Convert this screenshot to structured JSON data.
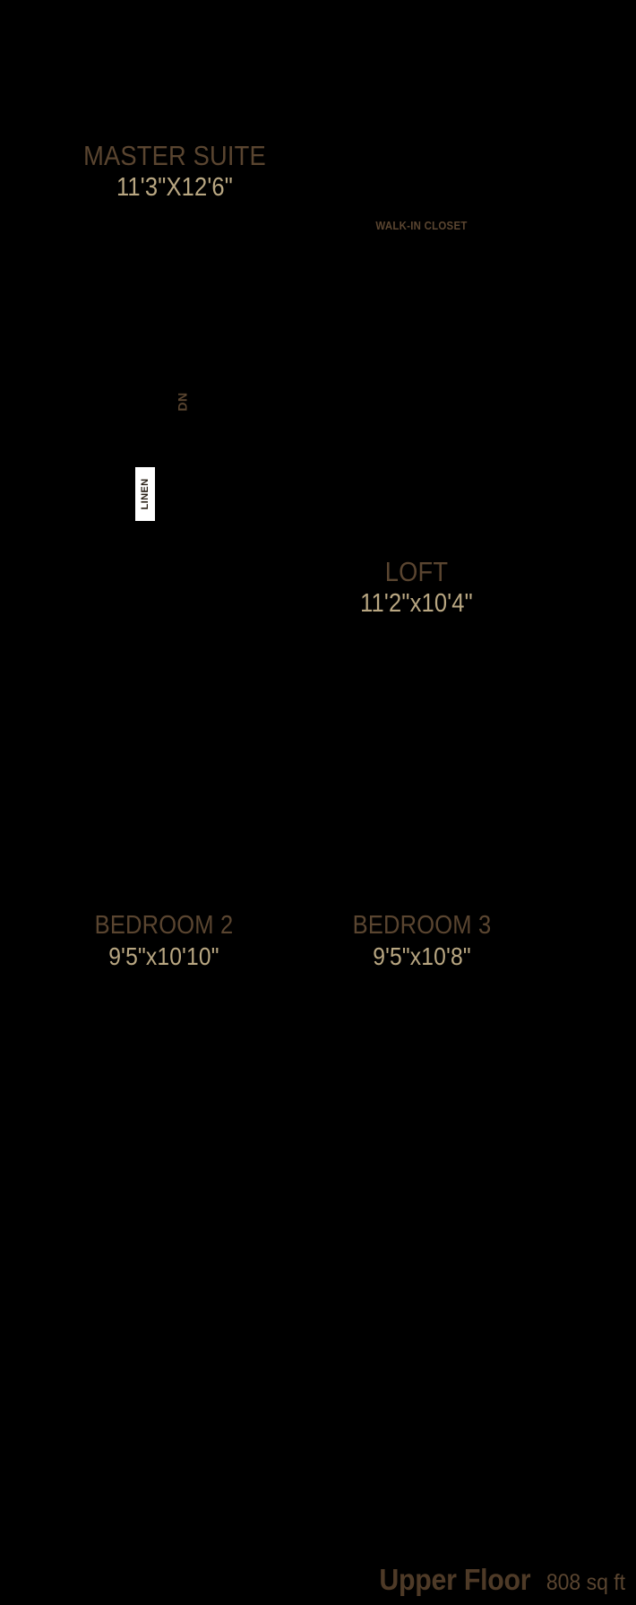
{
  "plan": {
    "background_color": "#000000",
    "room_name_color": "#5a4530",
    "dimension_color": "#b9a782",
    "caption_color": "#4e3a27"
  },
  "rooms": [
    {
      "id": "master-suite",
      "name": "MASTER SUITE",
      "dimensions": "11'3\"X12'6\""
    },
    {
      "id": "walk-in-closet",
      "name": "WALK-IN CLOSET",
      "dimensions": ""
    },
    {
      "id": "loft",
      "name": "LOFT",
      "dimensions": "11'2\"x10'4\""
    },
    {
      "id": "bedroom-2",
      "name": "BEDROOM 2",
      "dimensions": "9'5\"x10'10\""
    },
    {
      "id": "bedroom-3",
      "name": "BEDROOM 3",
      "dimensions": "9'5\"x10'8\""
    }
  ],
  "markers": {
    "stair_direction": "DN",
    "linen_closet": "LINEN"
  },
  "caption": {
    "floor_name": "Upper Floor",
    "floor_area": "808 sq ft"
  }
}
